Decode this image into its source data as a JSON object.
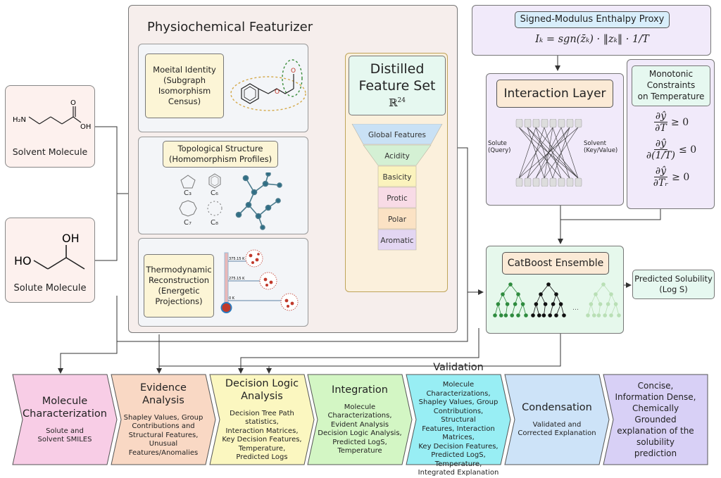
{
  "molecules": {
    "solvent_label": "Solvent Molecule",
    "solute_label": "Solute Molecule",
    "solvent_atoms": {
      "n": "H₂N",
      "o": "O",
      "oh": "OH"
    },
    "solute_atoms": {
      "oh_top": "OH",
      "ho_left": "HO"
    }
  },
  "featurizer": {
    "title": "Physiochemical Featurizer",
    "moiety_label": "Moeital Identity\n(Subgraph\nIsomorphism\nCensus)",
    "topology_label": "Topological Structure\n(Homomorphism Profiles)",
    "thermo_label": "Thermodynamic\nReconstruction\n(Energetic\nProjections)",
    "cycle_labels": [
      "C₃",
      "C₆",
      "C₇",
      "C₈"
    ],
    "temp_labels": [
      "375.15 K",
      "275.15 K",
      "0 K"
    ],
    "carbonyl_o": "O",
    "ester_o": "O"
  },
  "distilled": {
    "title": "Distilled\nFeature Set",
    "space": "ℝ",
    "dim": "24",
    "layers": [
      "Global Features",
      "Acidity",
      "Basicity",
      "Protic",
      "Polar",
      "Aromatic"
    ],
    "layer_colors": [
      "#c9e1f5",
      "#d4f0d4",
      "#fbf3bd",
      "#f8dbe6",
      "#fbe2c4",
      "#e3d6f2"
    ]
  },
  "enthalpy": {
    "title": "Signed-Modulus Enthalpy Proxy",
    "formula": "Iₖ = sgn(z̄ₖ) · ‖zₖ‖ · 1/T"
  },
  "interaction": {
    "title": "Interaction Layer",
    "solute_label": "Solute\n(Query)",
    "solvent_label": "Solvent\n(Key/Value)"
  },
  "monotonic": {
    "title": "Monotonic\nConstraints\non Temperature",
    "constraints": [
      {
        "num": "∂ŷ",
        "den": "∂T",
        "rel": "≥ 0"
      },
      {
        "num": "∂ŷ",
        "den": "∂(1/T)",
        "rel": "≤ 0"
      },
      {
        "num": "∂ŷ",
        "den": "∂Tᵣ",
        "rel": "≥ 0"
      }
    ]
  },
  "catboost": {
    "title": "CatBoost Ensemble"
  },
  "output": {
    "label": "Predicted Solubility\n(Log S)"
  },
  "stages": [
    {
      "title": "Molecule\nCharacterization",
      "body": "Solute and\nSolvent SMILES",
      "color": "#f8cde6"
    },
    {
      "title": "Evidence\nAnalysis",
      "body": "Shapley Values, Group\nContributions and\nStructural Features,\nUnusual\nFeatures/Anomalies",
      "color": "#f9d8c4"
    },
    {
      "title": "Decision Logic\nAnalysis",
      "body": "Decision Tree Path\nstatistics,\nInteraction Matrices,\nKey Decision Features,\nTemperature,\nPredicted Logs",
      "color": "#fbf7c0"
    },
    {
      "title": "Integration",
      "body": "Molecule\nCharacterizations,\nEvident Analysis\nDecision Logic Analysis,\nPredicted LogS,\nTemperature",
      "color": "#d3f6c4"
    },
    {
      "title": "Validation",
      "body": "Molecule Characterizations,\nShapley Values, Group\nContributions, Structural\nFeatures, Interaction Matrices,\nKey Decision Features,\nPredicted LogS, Temperature,\nIntegrated Explanation",
      "color": "#98eef4"
    },
    {
      "title": "Condensation",
      "body": "Validated and\nCorrected Explanation",
      "color": "#cde3f8"
    },
    {
      "title": "",
      "body": "Concise,\nInformation Dense,\nChemically\nGrounded\nexplanation of the\nsolubility\nprediction",
      "color": "#d8d0f6"
    }
  ]
}
